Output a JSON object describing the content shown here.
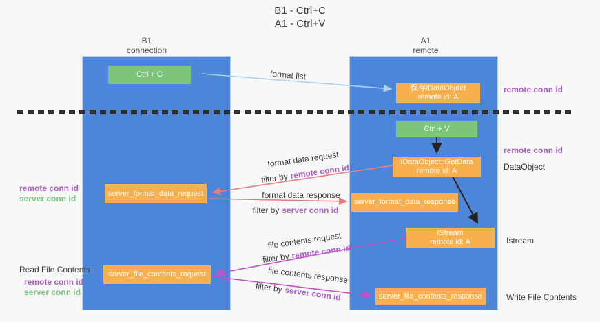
{
  "title": {
    "line1": "B1 - Ctrl+C",
    "line2": "A1 - Ctrl+V"
  },
  "columns": {
    "left": {
      "header_line1": "B1",
      "header_line2": "connection"
    },
    "right": {
      "header_line1": "A1",
      "header_line2": "remote"
    }
  },
  "nodes": {
    "ctrl_c": {
      "label": "Ctrl + C"
    },
    "ctrl_v": {
      "label": "Ctrl + V"
    },
    "save_dataobject": {
      "line1": "保存IDataObject",
      "line2": "remote id: A"
    },
    "getdata": {
      "line1": "IDataObject::GetData",
      "line2": "remote id: A"
    },
    "istream": {
      "line1": "IStream",
      "line2": "remote id: A"
    },
    "format_request": {
      "label": "server_format_data_request"
    },
    "format_response": {
      "label": "server_format_data_response"
    },
    "file_request": {
      "label": "server_file_contents_request"
    },
    "file_response": {
      "label": "server_file_contents_response"
    }
  },
  "edge_labels": {
    "format_list": "format list",
    "format_data_request": "format data request",
    "format_data_response": "format data response",
    "file_contents_request": "file contents request",
    "file_contents_response": "file contents response",
    "filter_by": "filter by",
    "remote_conn_id": "remote conn id",
    "server_conn_id": "server conn id"
  },
  "side_labels": {
    "right_top_remote": "remote conn id",
    "right_mid_remote": "remote conn id",
    "dataobject": "DataObject",
    "istream": "Istream",
    "write_file": "Write File Contents",
    "read_file": "Read File Contents",
    "left_remote_1": "remote conn id",
    "left_server_1": "server conn id",
    "left_remote_2": "remote conn id",
    "left_server_2": "server conn id"
  },
  "colors": {
    "column_blue": "#4d86d8",
    "box_green": "#7dc57d",
    "box_orange": "#f8b04f",
    "arrow_light_blue": "#a8d2f0",
    "arrow_salmon": "#e57f7f",
    "arrow_magenta": "#c750c7",
    "arrow_black": "#222222",
    "text_purple": "#ad5fc5",
    "text_green": "#77c77f",
    "dashed_line": "#2e2e2e",
    "background": "#f8f8f8"
  }
}
